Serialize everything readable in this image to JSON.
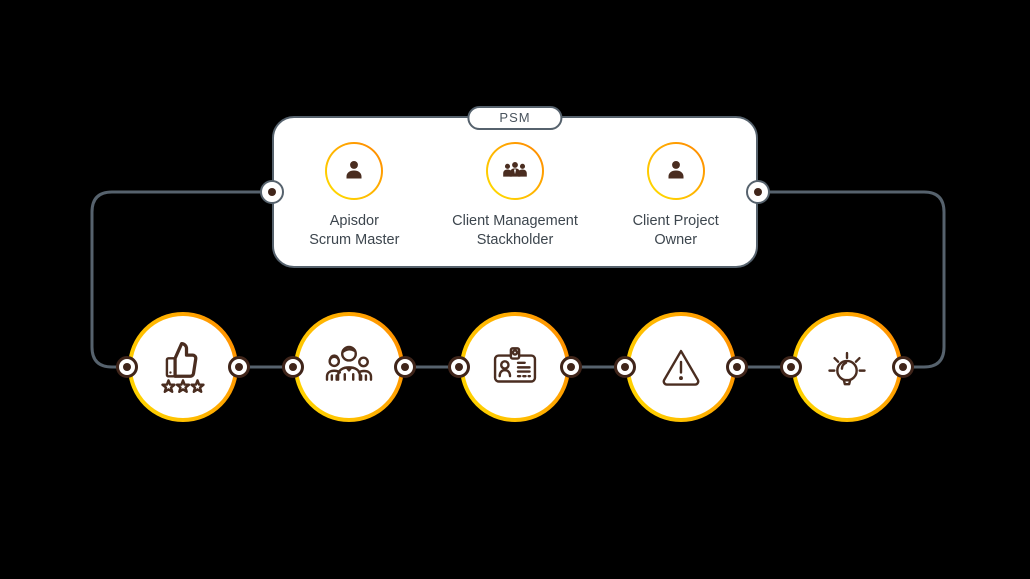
{
  "psm": {
    "badge_label": "PSM",
    "roles": [
      {
        "icon": "user-icon",
        "label": "Apisdor\nScrum Master"
      },
      {
        "icon": "user-group-icon",
        "label": "Client Management\nStackholder"
      },
      {
        "icon": "user-icon",
        "label": "Client Project\nOwner"
      }
    ]
  },
  "nodes": [
    {
      "icon": "thumbs-up-rating-icon"
    },
    {
      "icon": "team-icon"
    },
    {
      "icon": "id-badge-icon"
    },
    {
      "icon": "warning-icon"
    },
    {
      "icon": "idea-bulb-icon"
    }
  ],
  "colors": {
    "background": "#000000",
    "surface": "#ffffff",
    "slate": "#56626d",
    "brown": "#4a2d20",
    "dot_brown": "#40251a",
    "accent_start": "#ffd400",
    "accent_end": "#ff9200",
    "text": "#3d464e"
  }
}
